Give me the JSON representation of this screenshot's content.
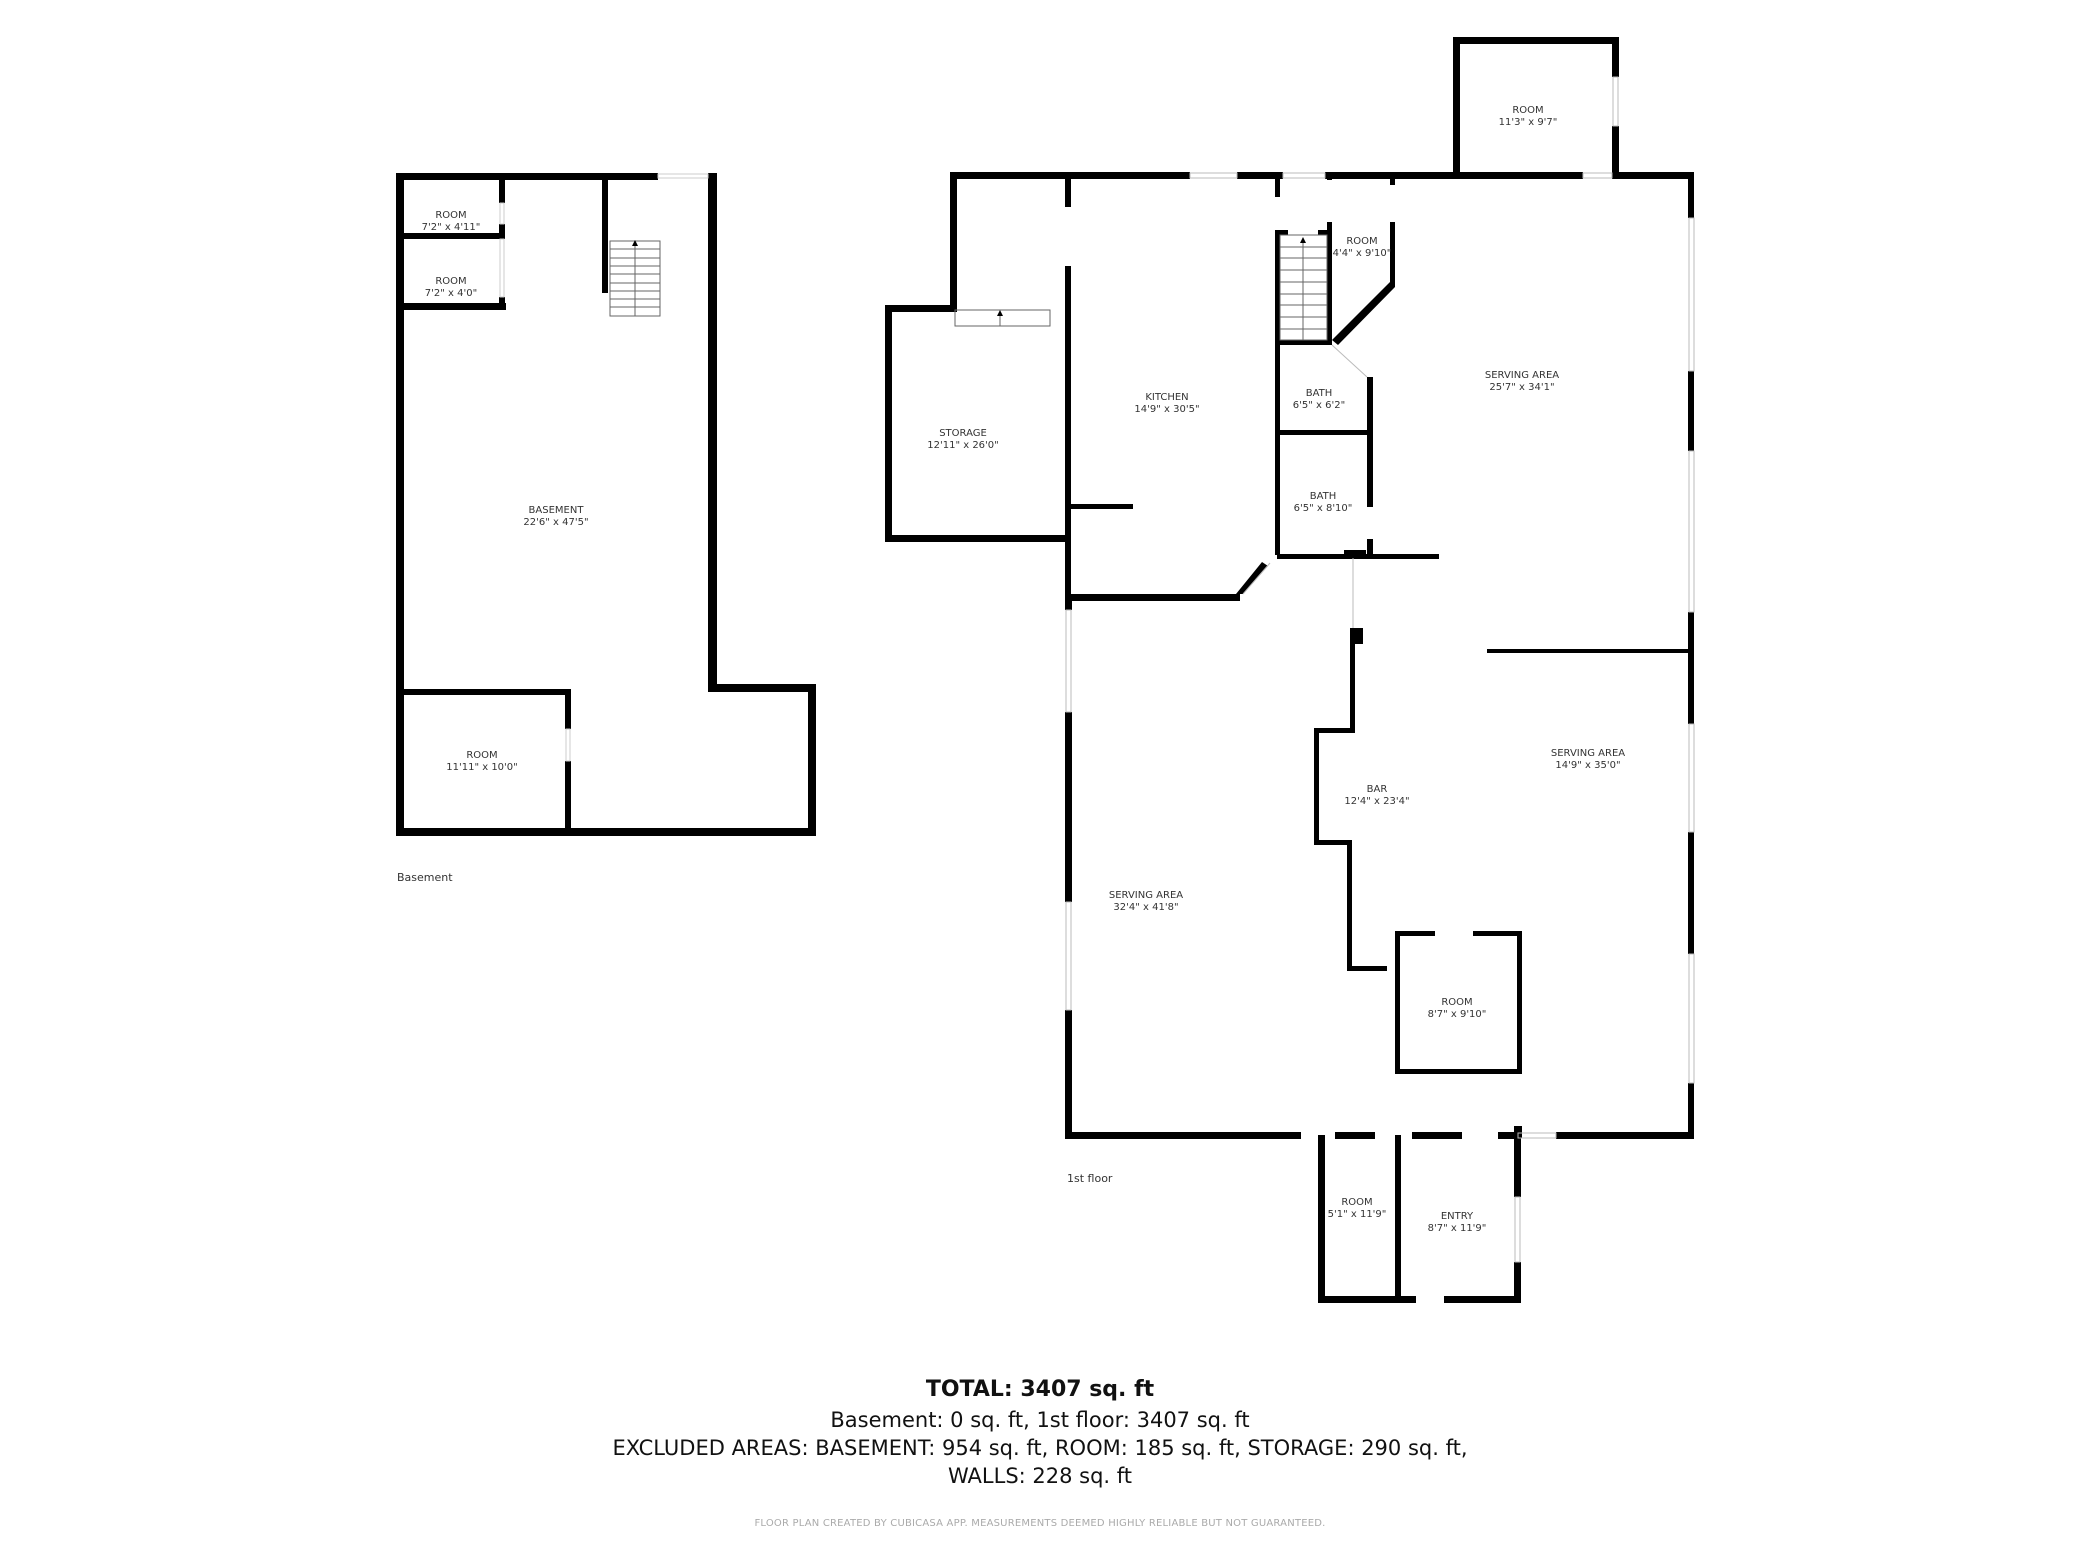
{
  "floors": {
    "basement": {
      "label": "Basement",
      "rooms": [
        {
          "name": "ROOM",
          "dims": "7'2\" x 4'11\""
        },
        {
          "name": "ROOM",
          "dims": "7'2\" x 4'0\""
        },
        {
          "name": "BASEMENT",
          "dims": "22'6\" x 47'5\""
        },
        {
          "name": "ROOM",
          "dims": "11'11\" x 10'0\""
        }
      ]
    },
    "first": {
      "label": "1st floor",
      "rooms": [
        {
          "name": "ROOM",
          "dims": "11'3\" x 9'7\""
        },
        {
          "name": "KITCHEN",
          "dims": "14'9\" x 30'5\""
        },
        {
          "name": "ROOM",
          "dims": "4'4\" x 9'10\""
        },
        {
          "name": "SERVING AREA",
          "dims": "25'7\" x 34'1\""
        },
        {
          "name": "STORAGE",
          "dims": "12'11\" x 26'0\""
        },
        {
          "name": "BATH",
          "dims": "6'5\" x 6'2\""
        },
        {
          "name": "BATH",
          "dims": "6'5\" x 8'10\""
        },
        {
          "name": "SERVING AREA",
          "dims": "14'9\" x 35'0\""
        },
        {
          "name": "BAR",
          "dims": "12'4\" x 23'4\""
        },
        {
          "name": "SERVING AREA",
          "dims": "32'4\" x 41'8\""
        },
        {
          "name": "ROOM",
          "dims": "8'7\" x 9'10\""
        },
        {
          "name": "ROOM",
          "dims": "5'1\" x 11'9\""
        },
        {
          "name": "ENTRY",
          "dims": "8'7\" x 11'9\""
        }
      ]
    }
  },
  "summary": {
    "total": "TOTAL: 3407 sq. ft",
    "line1": "Basement: 0 sq. ft, 1st floor: 3407 sq. ft",
    "line2": "EXCLUDED AREAS: BASEMENT: 954 sq. ft, ROOM: 185 sq. ft, STORAGE: 290 sq. ft,",
    "line3": "WALLS: 228 sq. ft",
    "credit": "FLOOR PLAN CREATED BY CUBICASA APP. MEASUREMENTS DEEMED HIGHLY RELIABLE BUT NOT GUARANTEED."
  },
  "colors": {
    "wall": "#000000",
    "background": "#ffffff",
    "window": "#cccccc"
  }
}
